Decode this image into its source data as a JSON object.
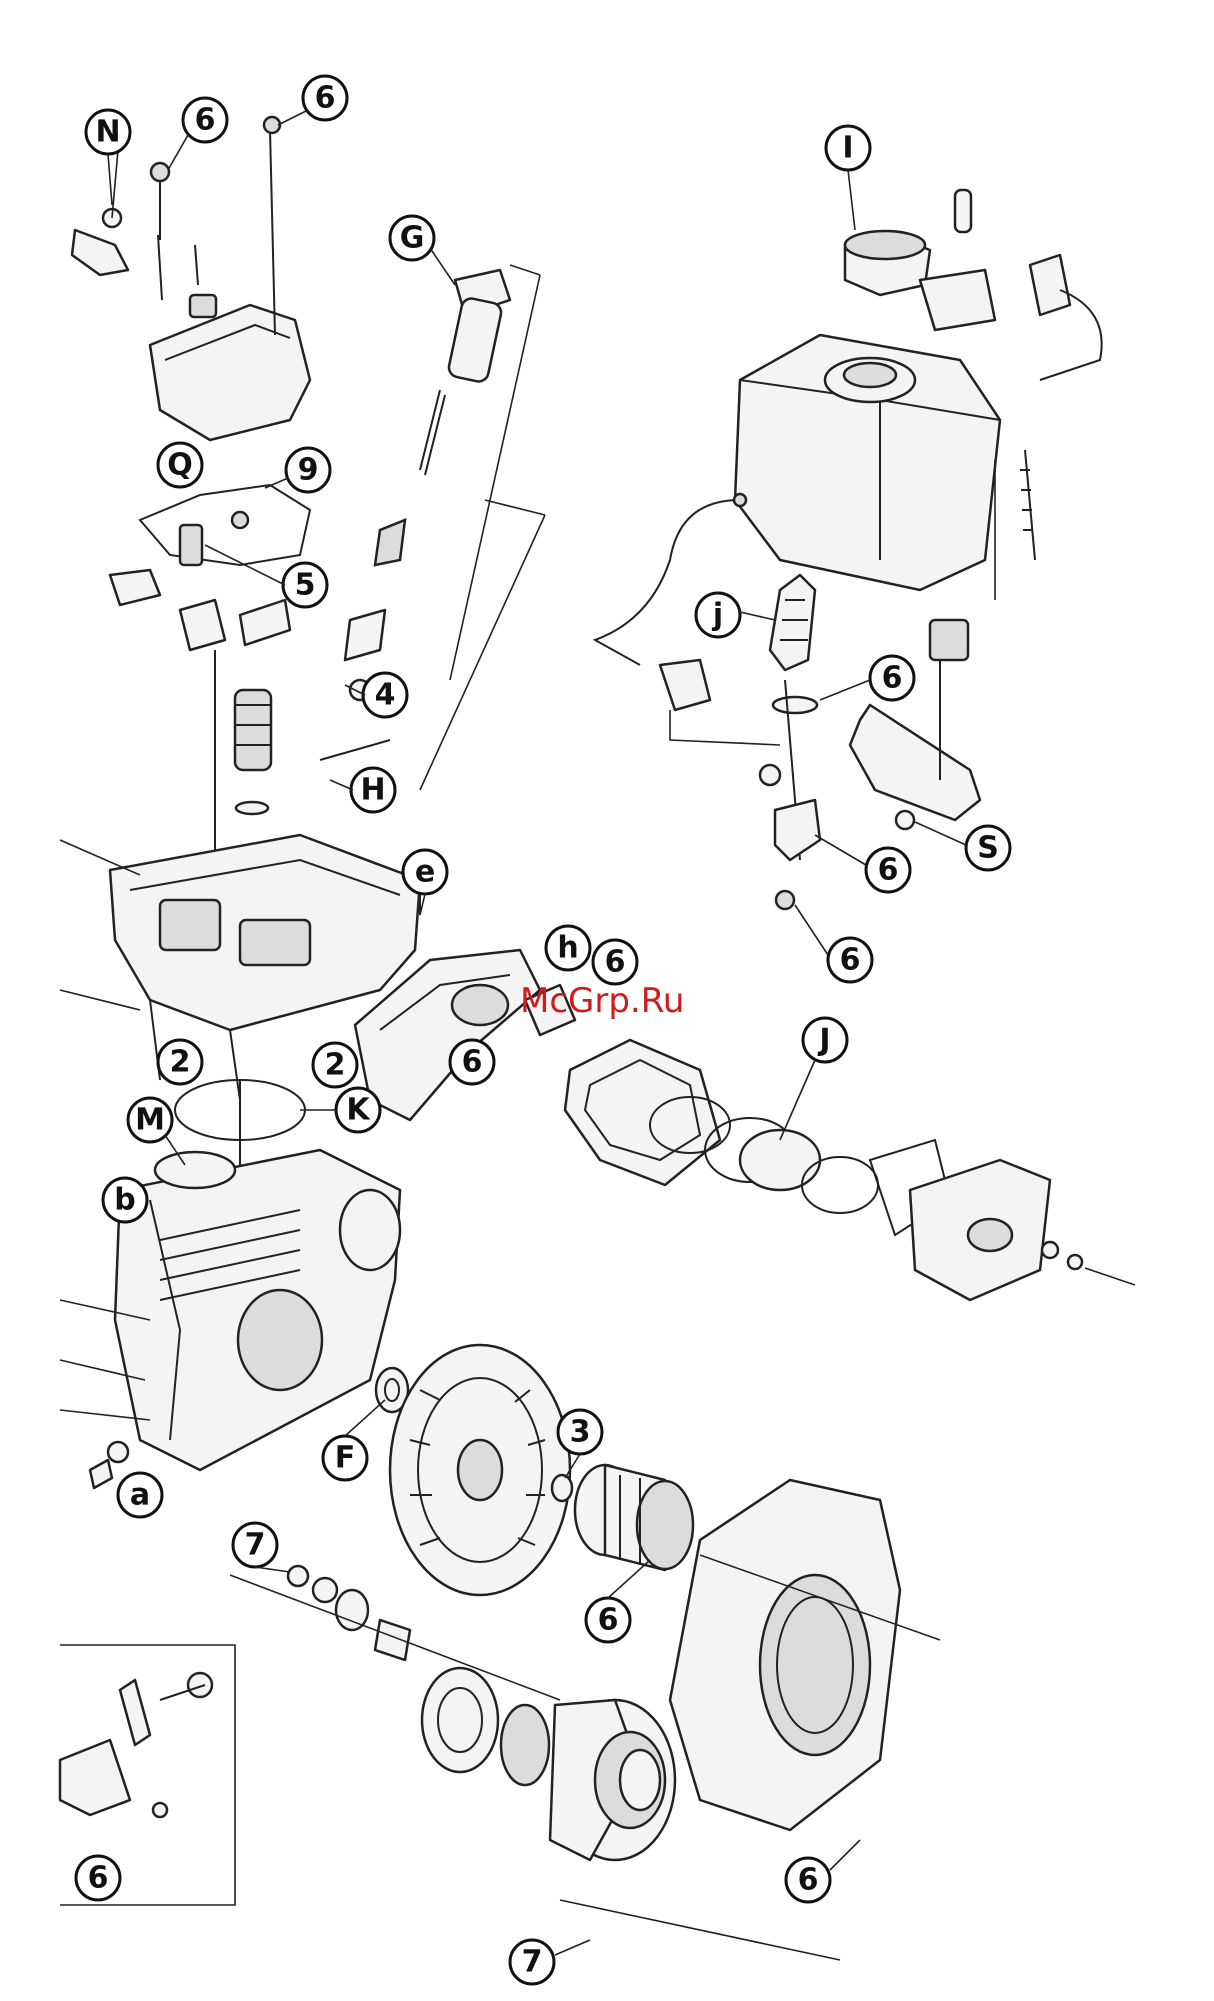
{
  "watermark": "McGrp.Ru",
  "callouts": [
    "N",
    "6",
    "6",
    "G",
    "Q",
    "9",
    "5",
    "4",
    "H",
    "e",
    "h",
    "6",
    "2",
    "2",
    "6",
    "K",
    "M",
    "b",
    "J",
    "F",
    "3",
    "a",
    "7",
    "6",
    "6",
    "6",
    "7",
    "I",
    "j",
    "6",
    "S",
    "6"
  ]
}
